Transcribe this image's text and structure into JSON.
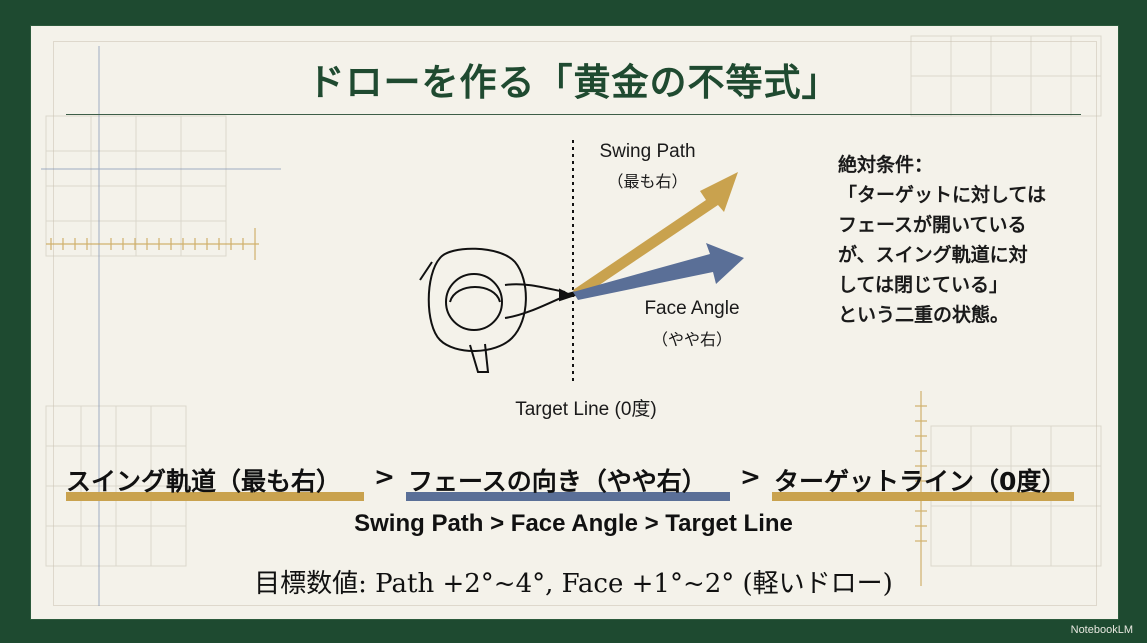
{
  "title": "ドローを作る「黄金の不等式」",
  "diagram": {
    "swing_path_label": "Swing Path",
    "swing_path_sub": "（最も右）",
    "face_angle_label": "Face Angle",
    "face_angle_sub": "（やや右）",
    "target_line_label": "Target Line (0度)"
  },
  "condition": {
    "lines": [
      "絶対条件：",
      "「ターゲットに対しては",
      "フェースが開いている",
      "が、スイング軌道に対",
      "しては閉じている」",
      "という二重の状態。"
    ]
  },
  "inequality": {
    "part1": "スイング軌道（最も右）",
    "gt1": ">",
    "part2": "フェースの向き（やや右）",
    "gt2": ">",
    "part3": "ターゲットライン（0度）"
  },
  "english": "Swing Path > Face Angle > Target Line",
  "target_values": "目標数値: Path +2°~4°, Face +1°~2° (軽いドロー)",
  "brand": "NotebookLM",
  "colors": {
    "frame": "#1e4a30",
    "panel": "#f4f2ea",
    "gold": "#c9a24e",
    "blue": "#5a6f97",
    "title": "#1f4a30"
  }
}
